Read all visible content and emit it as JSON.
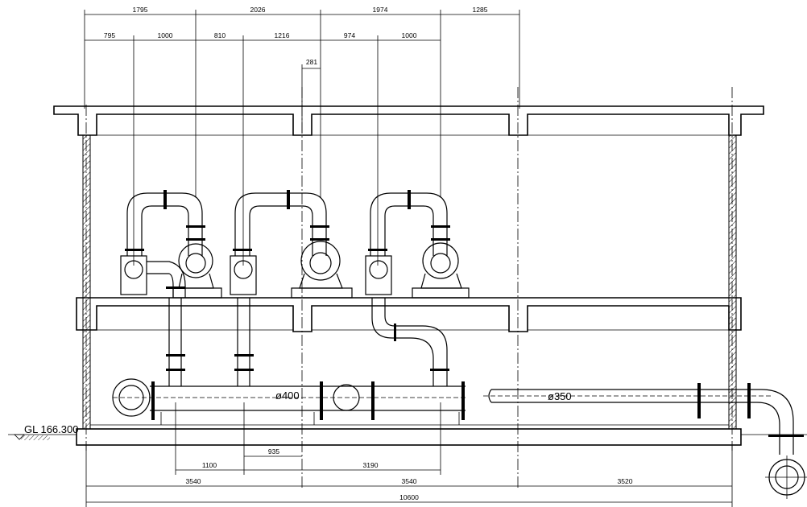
{
  "dimensions": {
    "top_row_1": [
      "1795",
      "2026",
      "1974",
      "1285"
    ],
    "top_row_2": [
      "795",
      "1000",
      "810",
      "1216",
      "974",
      "1000"
    ],
    "offset": "281",
    "bottom_row_1": [
      "1100",
      "935",
      "3190"
    ],
    "bottom_row_2": [
      "3540",
      "3540",
      "3520"
    ],
    "total": "10600"
  },
  "labels": {
    "pipe_main": "ø400",
    "pipe_secondary": "ø350",
    "ground_level": "GL 166.300"
  }
}
